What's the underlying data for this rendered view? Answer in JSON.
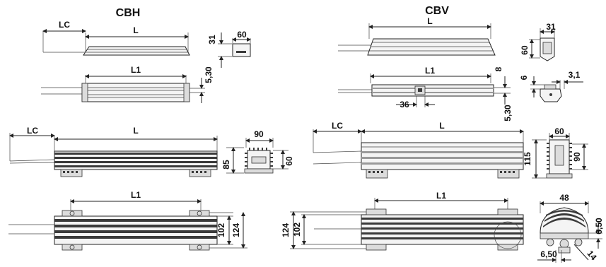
{
  "titles": {
    "left": "CBH",
    "right": "CBV"
  },
  "cbh": {
    "small_top": {
      "lc": "LC",
      "l": "L",
      "w60": "60",
      "h31": "31"
    },
    "small_bottom": {
      "l1": "L1",
      "h530": "5,30"
    },
    "large_top": {
      "lc": "LC",
      "l": "L",
      "w90": "90",
      "h85": "85",
      "h60": "60"
    },
    "large_bottom": {
      "l1": "L1",
      "h102": "102",
      "h124": "124"
    }
  },
  "cbv": {
    "small_top": {
      "l": "L",
      "w31": "31",
      "h60": "60"
    },
    "small_bottom": {
      "l1": "L1",
      "d8": "8",
      "d6": "6",
      "d31": "3,1",
      "d36": "36",
      "d530": "5,30"
    },
    "large_top": {
      "lc": "LC",
      "l": "L",
      "w60": "60",
      "h115": "115",
      "h90": "90"
    },
    "large_bottom": {
      "l1": "L1",
      "h124": "124",
      "h102": "102",
      "w48": "48",
      "d650a": "6,50",
      "d650b": "6,50",
      "d14": "14"
    }
  }
}
